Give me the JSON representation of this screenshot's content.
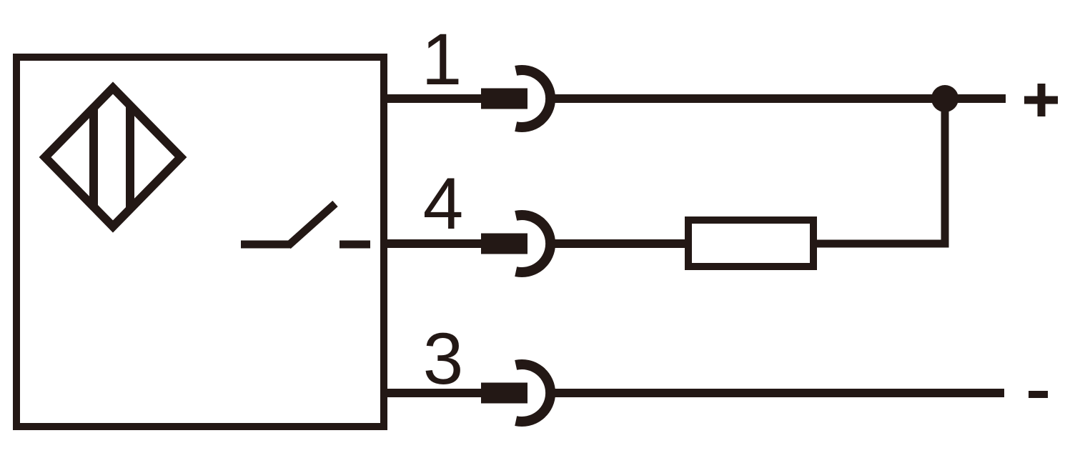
{
  "colors": {
    "line": "#231815",
    "background": "#ffffff"
  },
  "sensor": {
    "body_icon": "sensor-body-box",
    "type_icon": "proximity-sensor-diamond-icon",
    "output_icon": "normally-open-switch-icon"
  },
  "pins": [
    {
      "label": "1",
      "connector_icon": "plug-socket-icon",
      "connects_to": "+"
    },
    {
      "label": "4",
      "connector_icon": "plug-socket-icon",
      "connects_to": "load-resistor"
    },
    {
      "label": "3",
      "connector_icon": "plug-socket-icon",
      "connects_to": "-"
    }
  ],
  "load": {
    "icon": "load-resistor-box"
  },
  "terminals": {
    "positive": "+",
    "negative": "-"
  }
}
